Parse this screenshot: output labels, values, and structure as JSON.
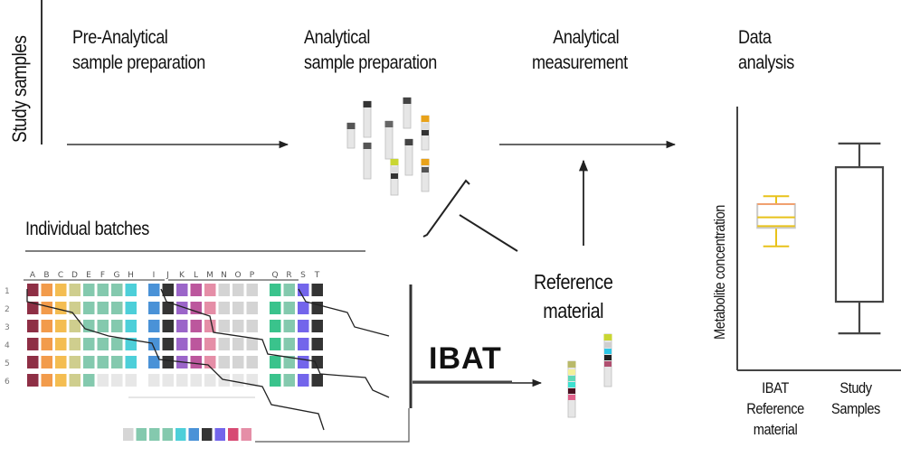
{
  "side_label": "Study samples",
  "stages": [
    {
      "line1": "Pre-Analytical",
      "line2": "sample preparation"
    },
    {
      "line1": "Analytical",
      "line2": "sample preparation"
    },
    {
      "line1": "Analytical",
      "line2": "measurement"
    },
    {
      "line1": "Data",
      "line2": "analysis"
    }
  ],
  "batches_title": "Individual batches",
  "batch_column_letters": [
    "A",
    "B",
    "C",
    "D",
    "E",
    "F",
    "G",
    "H",
    "I",
    "J",
    "K",
    "L",
    "M",
    "N",
    "O",
    "P",
    "Q",
    "R",
    "S",
    "T"
  ],
  "batch_row_labels": [
    "1",
    "2",
    "3",
    "4",
    "5",
    "6"
  ],
  "reference": {
    "line1": "Reference",
    "line2": "material"
  },
  "ibat_label": "IBAT",
  "chart": {
    "ylabel": "Metabolite concentration",
    "categories": [
      {
        "lines": [
          "IBAT",
          "Reference",
          "material"
        ]
      },
      {
        "lines": [
          "Study",
          "Samples"
        ]
      }
    ]
  },
  "chart_data": {
    "type": "box",
    "title": "",
    "xlabel": "",
    "ylabel": "Metabolite concentration",
    "categories": [
      "IBAT Reference material",
      "Study Samples"
    ],
    "series": [
      {
        "name": "IBAT Reference material",
        "min": 0.47,
        "q1": 0.54,
        "median": 0.58,
        "q3": 0.63,
        "max": 0.66,
        "color": "#e8c21a"
      },
      {
        "name": "Study Samples",
        "min": 0.14,
        "q1": 0.26,
        "median": null,
        "q3": 0.77,
        "max": 0.86,
        "color": "#444444"
      }
    ],
    "ylim": [
      0,
      1
    ],
    "grid": false
  },
  "colors": {
    "ink": "#111111",
    "ibat_box": "#e8c21a",
    "study_box": "#444444",
    "maroon": "#7a0b24",
    "orange": "#f08a2c",
    "amber": "#f2b233",
    "olive": "#c7c67a",
    "teal": "#6fbfa0",
    "cyan": "#2ec7d2",
    "blue": "#2a7fd0",
    "black": "#111111",
    "purple": "#8a4ac0",
    "magenta": "#b03a8c",
    "pink": "#e07a98",
    "grey": "#cfcfcf",
    "green": "#18b878",
    "violet": "#5a4ae8",
    "crimson": "#d02a5a"
  }
}
